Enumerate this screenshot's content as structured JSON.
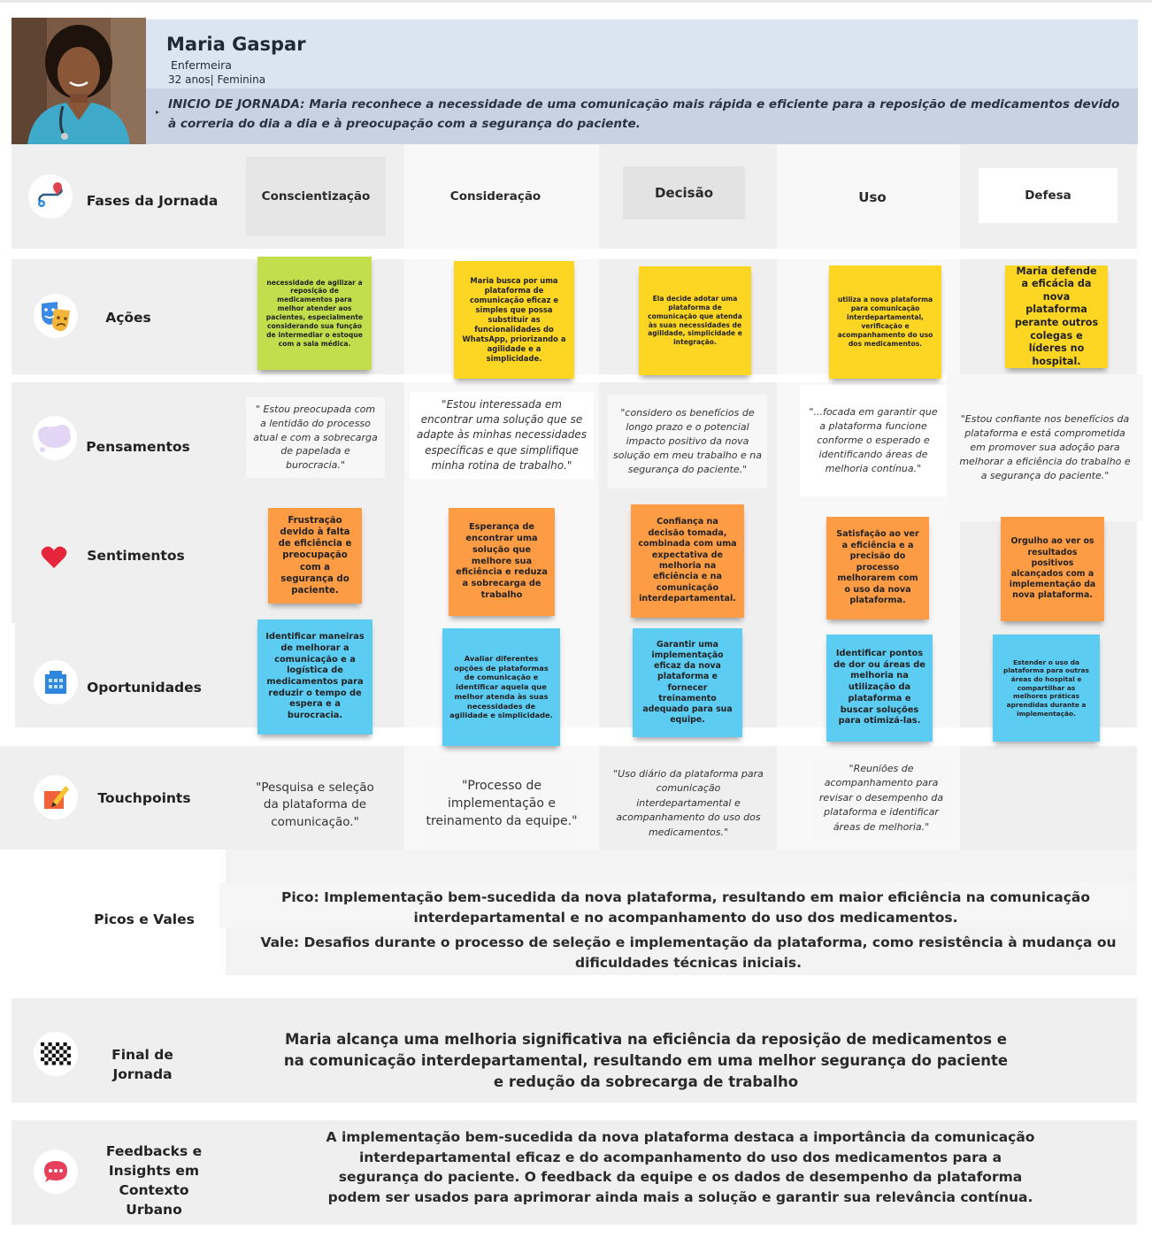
{
  "persona": {
    "name": "Maria Gaspar",
    "role": "Enfermeira",
    "age_gender": "32 anos| Feminina",
    "journey_start": "INICIO DE JORNADA: Maria reconhece a necessidade de uma comunicação mais rápida e eficiente para a reposição de medicamentos devido à correria do dia a dia e à preocupação com a segurança do paciente."
  },
  "rows": {
    "phases": "Fases da Jornada",
    "actions": "Ações",
    "thoughts": "Pensamentos",
    "feelings": "Sentimentos",
    "opportunities": "Oportunidades",
    "touchpoints": "Touchpoints",
    "peaks": "Picos e Vales",
    "end": "Final de Jornada",
    "feedback": "Feedbacks e Insights em Contexto Urbano"
  },
  "phases": [
    "Conscientização",
    "Consideração",
    "Decisão",
    "Uso",
    "Defesa"
  ],
  "actions": [
    "necessidade de agilizar a reposição de medicamentos para melhor atender aos pacientes, especialmente considerando sua função de intermediar o estoque com a sala médica.",
    "Maria busca por uma plataforma de comunicação eficaz e simples que possa substituir as funcionalidades do WhatsApp, priorizando a agilidade e a simplicidade.",
    "Ela decide adotar uma plataforma de comunicação que atenda às suas necessidades de agilidade, simplicidade e integração.",
    "utiliza a nova plataforma para comunicação interdepartamental, verificação e acompanhamento do uso dos medicamentos.",
    "Maria defende a eficácia da nova plataforma perante outros colegas e líderes no hospital."
  ],
  "thoughts": [
    "\" Estou preocupada com a lentidão do processo atual e com a sobrecarga de papelada e burocracia.\"",
    "\"Estou interessada em encontrar uma solução que se adapte às minhas necessidades específicas e que simplifique minha rotina de trabalho.\"",
    "\"considero os benefícios de longo prazo e o potencial impacto positivo da nova solução em meu trabalho e na segurança do paciente.\"",
    "\"...focada em garantir que a plataforma funcione conforme o esperado e identificando áreas de melhoria contínua.\"",
    "\"Estou confiante nos benefícios da plataforma e está comprometida em promover sua adoção para melhorar a eficiência do trabalho e a segurança do paciente.\""
  ],
  "feelings": [
    "Frustração devido à falta de eficiência e preocupação com a segurança do paciente.",
    "Esperança de encontrar uma solução que melhore sua eficiência e reduza a sobrecarga de trabalho",
    "Confiança na decisão tomada, combinada com uma expectativa de melhoria na eficiência e na comunicação interdepartamental.",
    "Satisfação ao ver a eficiência e a precisão do processo melhorarem com o uso da nova plataforma.",
    "Orgulho ao ver os resultados positivos alcançados com a implementação da nova plataforma."
  ],
  "opportunities": [
    "Identificar maneiras de melhorar a comunicação e a logística de medicamentos para reduzir o tempo de espera e a burocracia.",
    "Avaliar diferentes opções de plataformas de comunicação e identificar aquela que melhor atenda às suas necessidades de agilidade e simplicidade.",
    "Garantir uma implementação eficaz da nova plataforma e fornecer treinamento adequado para sua equipe.",
    "Identificar pontos de dor ou áreas de melhoria na utilização da plataforma e buscar soluções para otimizá-las.",
    "Estender o uso da plataforma para outras áreas do hospital e compartilhar as melhores práticas aprendidas durante a implementação."
  ],
  "touchpoints": [
    "\"Pesquisa e seleção da plataforma de comunicação.\"",
    "\"Processo de implementação e treinamento da equipe.\"",
    "\"Uso diário da plataforma para comunicação interdepartamental e acompanhamento do uso dos medicamentos.\"",
    "\"Reuniões de acompanhamento para revisar o desempenho da plataforma e identificar áreas de melhoria.\""
  ],
  "peaks": {
    "peak": "Pico: Implementação bem-sucedida da nova plataforma, resultando em maior eficiência na comunicação interdepartamental e no acompanhamento do uso dos medicamentos.",
    "valley": "Vale: Desafios durante o processo de seleção e implementação da plataforma, como resistência à mudança ou dificuldades técnicas iniciais."
  },
  "end_text": "Maria alcança uma melhoria significativa na eficiência da reposição de medicamentos e na comunicação interdepartamental, resultando em uma melhor segurança do paciente e redução da sobrecarga de trabalho",
  "feedback_text": "A implementação bem-sucedida da nova plataforma destaca a importância da comunicação interdepartamental eficaz e do acompanhamento do uso dos medicamentos para a segurança do paciente. O feedback da equipe e os dados de desempenho da plataforma podem ser usados para aprimorar ainda mais a solução e garantir sua relevância contínua.",
  "colors": {
    "lime": "#c3dd4c",
    "yellow": "#fdd624",
    "orange": "#fd9c45",
    "blue": "#5dccf2",
    "header_light": "#dbe4f1",
    "header_dark": "#c8d2e2"
  }
}
